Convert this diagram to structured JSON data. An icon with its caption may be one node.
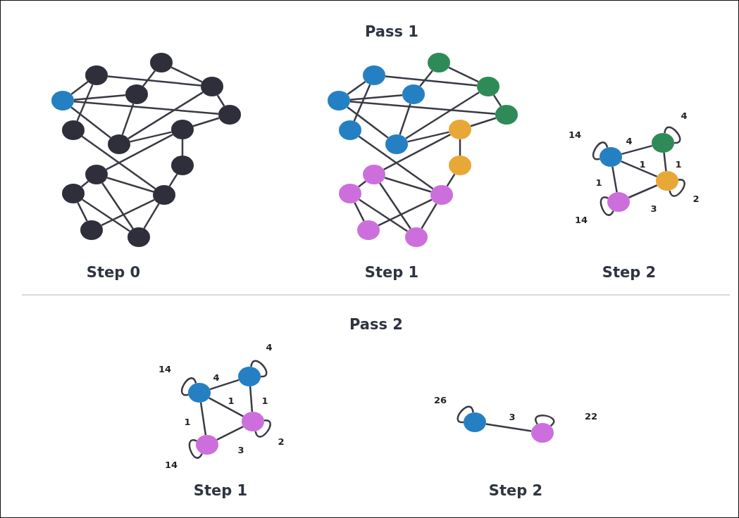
{
  "diagram": {
    "nodes": [
      {
        "text": [],
        "shape": "circle"
      },
      {
        "text": [],
        "shape": "circle"
      },
      {
        "text": [],
        "shape": "circle"
      },
      {
        "text": [],
        "shape": "circle"
      },
      {
        "text": [],
        "shape": "circle"
      },
      {
        "text": [],
        "shape": "circle"
      },
      {
        "text": [],
        "shape": "circle"
      },
      {
        "text": [],
        "shape": "circle"
      },
      {
        "text": [],
        "shape": "circle"
      },
      {
        "text": [],
        "shape": "circle"
      },
      {
        "text": [],
        "shape": "circle"
      },
      {
        "text": [],
        "shape": "circle"
      },
      {
        "text": [],
        "shape": "circle"
      },
      {
        "text": [],
        "shape": "circle"
      },
      {
        "text": [],
        "shape": "circle"
      },
      {
        "text": [],
        "shape": "circle"
      },
      {
        "text": [],
        "shape": "circle"
      },
      {
        "text": [],
        "shape": "circle"
      },
      {
        "text": [],
        "shape": "circle"
      },
      {
        "text": [],
        "shape": "circle"
      },
      {
        "text": [],
        "shape": "circle"
      },
      {
        "text": [],
        "shape": "circle"
      },
      {
        "text": [],
        "shape": "circle"
      },
      {
        "text": [],
        "shape": "circle"
      },
      {
        "text": [],
        "shape": "circle"
      },
      {
        "text": [],
        "shape": "circle"
      },
      {
        "text": [],
        "shape": "circle"
      },
      {
        "text": [],
        "shape": "circle"
      },
      {
        "text": [],
        "shape": "circle"
      },
      {
        "text": [],
        "shape": "circle"
      },
      {
        "text": [],
        "shape": "circle"
      },
      {
        "text": [],
        "shape": "circle"
      },
      {
        "text": [],
        "shape": "circle"
      },
      {
        "text": [],
        "shape": "circle"
      },
      {
        "text": [],
        "shape": "circle"
      },
      {
        "text": [],
        "shape": "circle"
      },
      {
        "text": [],
        "shape": "circle"
      },
      {
        "text": [],
        "shape": "circle"
      },
      {
        "text": [],
        "shape": "circle"
      },
      {
        "text": [],
        "shape": "circle"
      }
    ],
    "edges": [
      {
        "from": 0,
        "to": 1,
        "arrow": "none"
      },
      {
        "from": 1,
        "to": 4,
        "arrow": "none"
      },
      {
        "from": 1,
        "to": 6,
        "arrow": "none"
      },
      {
        "from": 2,
        "to": 3,
        "arrow": "none"
      },
      {
        "from": 2,
        "to": 4,
        "arrow": "none"
      },
      {
        "from": 0,
        "to": 3,
        "arrow": "none"
      },
      {
        "from": 0,
        "to": 5,
        "arrow": "none"
      },
      {
        "from": 0,
        "to": 7,
        "arrow": "none"
      },
      {
        "from": 3,
        "to": 7,
        "arrow": "none"
      },
      {
        "from": 4,
        "to": 7,
        "arrow": "none"
      },
      {
        "from": 4,
        "to": 5,
        "arrow": "none"
      },
      {
        "from": 5,
        "to": 8,
        "arrow": "none"
      },
      {
        "from": 7,
        "to": 8,
        "arrow": "none"
      },
      {
        "from": 8,
        "to": 9,
        "arrow": "none"
      },
      {
        "from": 8,
        "to": 10,
        "arrow": "none"
      },
      {
        "from": 6,
        "to": 12,
        "arrow": "none"
      },
      {
        "from": 9,
        "to": 12,
        "arrow": "none"
      },
      {
        "from": 10,
        "to": 11,
        "arrow": "none"
      },
      {
        "from": 10,
        "to": 12,
        "arrow": "none"
      },
      {
        "from": 10,
        "to": 14,
        "arrow": "none"
      },
      {
        "from": 11,
        "to": 13,
        "arrow": "none"
      },
      {
        "from": 11,
        "to": 14,
        "arrow": "none"
      },
      {
        "from": 12,
        "to": 13,
        "arrow": "none"
      },
      {
        "from": 12,
        "to": 14,
        "arrow": "none"
      },
      {
        "from": 15,
        "to": 16,
        "arrow": "none"
      },
      {
        "from": 16,
        "to": 19,
        "arrow": "none"
      },
      {
        "from": 16,
        "to": 21,
        "arrow": "none"
      },
      {
        "from": 17,
        "to": 18,
        "arrow": "none"
      },
      {
        "from": 17,
        "to": 19,
        "arrow": "none"
      },
      {
        "from": 15,
        "to": 18,
        "arrow": "none"
      },
      {
        "from": 15,
        "to": 20,
        "arrow": "none"
      },
      {
        "from": 15,
        "to": 22,
        "arrow": "none"
      },
      {
        "from": 18,
        "to": 22,
        "arrow": "none"
      },
      {
        "from": 19,
        "to": 22,
        "arrow": "none"
      },
      {
        "from": 19,
        "to": 20,
        "arrow": "none"
      },
      {
        "from": 20,
        "to": 23,
        "arrow": "none"
      },
      {
        "from": 22,
        "to": 23,
        "arrow": "none"
      },
      {
        "from": 23,
        "to": 24,
        "arrow": "none"
      },
      {
        "from": 23,
        "to": 25,
        "arrow": "none"
      },
      {
        "from": 21,
        "to": 27,
        "arrow": "none"
      },
      {
        "from": 24,
        "to": 27,
        "arrow": "none"
      },
      {
        "from": 25,
        "to": 26,
        "arrow": "none"
      },
      {
        "from": 25,
        "to": 27,
        "arrow": "none"
      },
      {
        "from": 25,
        "to": 29,
        "arrow": "none"
      },
      {
        "from": 26,
        "to": 28,
        "arrow": "none"
      },
      {
        "from": 26,
        "to": 29,
        "arrow": "none"
      },
      {
        "from": 27,
        "to": 28,
        "arrow": "none"
      },
      {
        "from": 27,
        "to": 29,
        "arrow": "none"
      },
      {
        "from": 30,
        "to": 31,
        "label": "4",
        "arrow": "none"
      },
      {
        "from": 30,
        "to": 32,
        "label": "1",
        "arrow": "none"
      },
      {
        "from": 31,
        "to": 32,
        "label": "1",
        "arrow": "none"
      },
      {
        "from": 30,
        "to": 33,
        "label": "1",
        "arrow": "none"
      },
      {
        "from": 33,
        "to": 32,
        "label": "3",
        "arrow": "none"
      },
      {
        "from": 30,
        "to": 30,
        "label": "14",
        "arrow": "none"
      },
      {
        "from": 31,
        "to": 31,
        "label": "4",
        "arrow": "none"
      },
      {
        "from": 32,
        "to": 32,
        "label": "2",
        "arrow": "none"
      },
      {
        "from": 33,
        "to": 33,
        "label": "14",
        "arrow": "none"
      },
      {
        "from": 34,
        "to": 35,
        "label": "4",
        "arrow": "none"
      },
      {
        "from": 34,
        "to": 36,
        "label": "1",
        "arrow": "none"
      },
      {
        "from": 35,
        "to": 36,
        "label": "1",
        "arrow": "none"
      },
      {
        "from": 34,
        "to": 37,
        "label": "1",
        "arrow": "none"
      },
      {
        "from": 37,
        "to": 36,
        "label": "3",
        "arrow": "none"
      },
      {
        "from": 34,
        "to": 34,
        "label": "14",
        "arrow": "none"
      },
      {
        "from": 35,
        "to": 35,
        "label": "4",
        "arrow": "none"
      },
      {
        "from": 36,
        "to": 36,
        "label": "2",
        "arrow": "none"
      },
      {
        "from": 37,
        "to": 37,
        "label": "14",
        "arrow": "none"
      },
      {
        "from": 38,
        "to": 39,
        "label": "3",
        "arrow": "none"
      },
      {
        "from": 38,
        "to": 38,
        "label": "26",
        "arrow": "none"
      },
      {
        "from": 39,
        "to": 39,
        "label": "22",
        "arrow": "none"
      }
    ],
    "labels": [
      "Pass 1",
      "Step 0",
      "Step 1",
      "Step 2",
      "Pass 2",
      "Step 1",
      "Step 2"
    ]
  }
}
